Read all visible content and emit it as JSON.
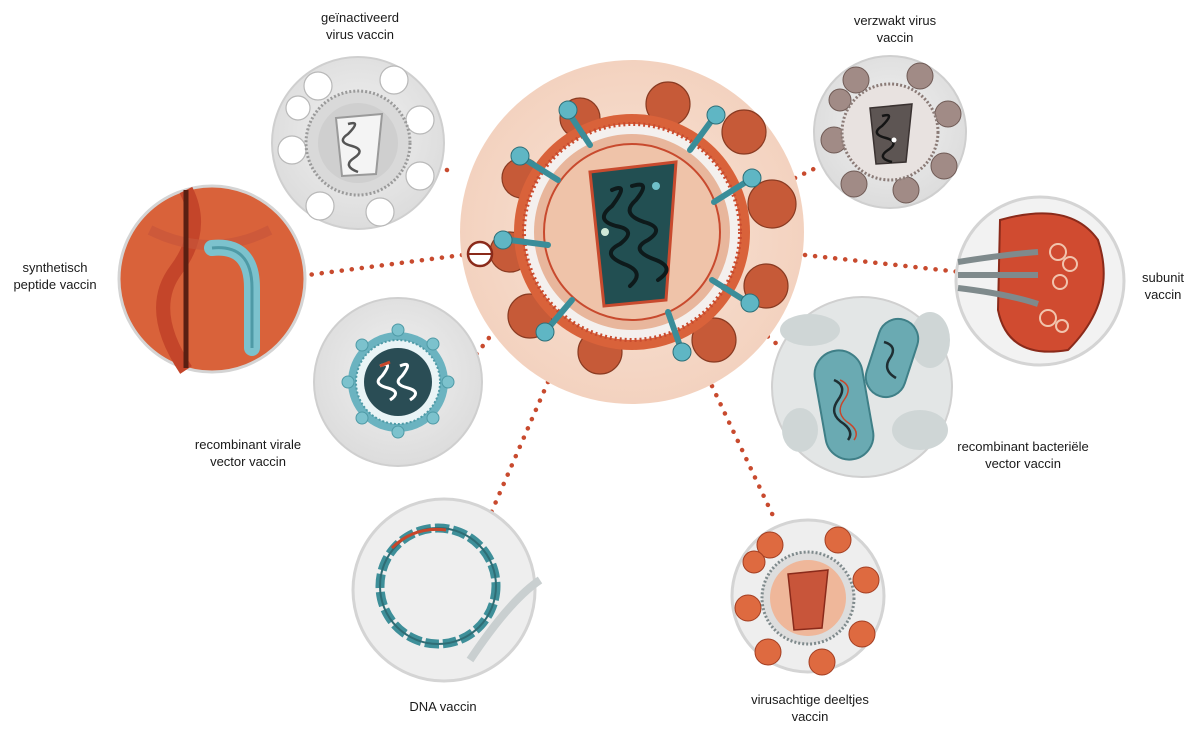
{
  "vaccine_types": [
    {
      "id": "inactivated",
      "lines": [
        "geïnactiveerd",
        "virus vaccin"
      ]
    },
    {
      "id": "attenuated",
      "lines": [
        "verzwakt virus",
        "vaccin"
      ]
    },
    {
      "id": "synthetic-peptide",
      "lines": [
        "synthetisch",
        "peptide vaccin"
      ]
    },
    {
      "id": "subunit",
      "lines": [
        "subunit",
        "vaccin"
      ]
    },
    {
      "id": "recombinant-viral-vector",
      "lines": [
        "recombinant virale",
        "vector vaccin"
      ]
    },
    {
      "id": "recombinant-bacterial-vector",
      "lines": [
        "recombinant bacteriële",
        "vector vaccin"
      ]
    },
    {
      "id": "dna",
      "lines": [
        "DNA vaccin"
      ]
    },
    {
      "id": "virus-like-particle",
      "lines": [
        "virusachtige deeltjes",
        "vaccin"
      ]
    }
  ],
  "colors": {
    "accent_red": "#c8462a",
    "dot_line": "#c84a2e",
    "teal": "#3a8d99",
    "teal_dark": "#224f52",
    "circle_bg": "#e8e8e8",
    "center_bg": "#f6dccd",
    "orange": "#d9623a"
  }
}
